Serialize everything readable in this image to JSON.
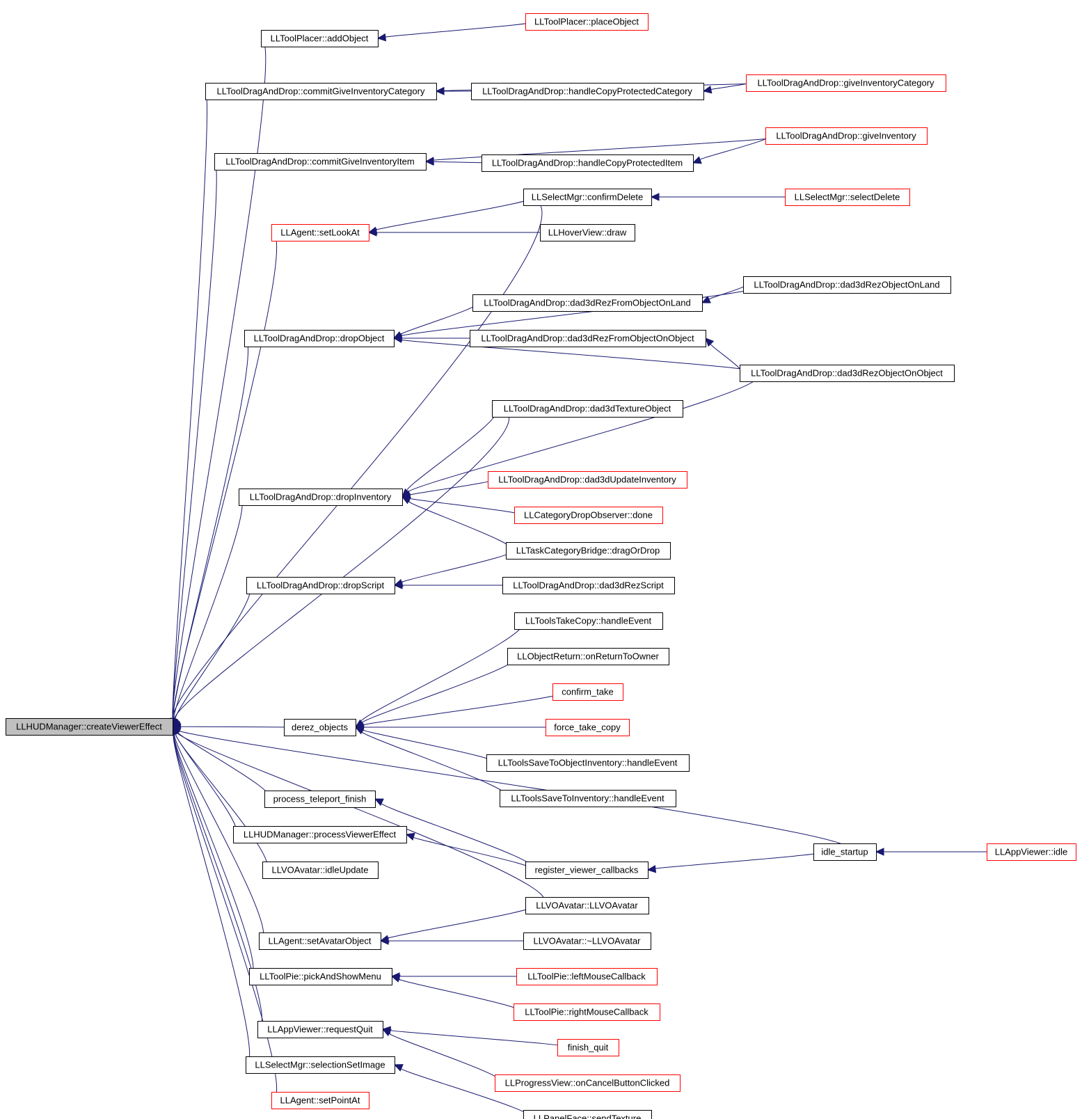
{
  "colors": {
    "edge": "#191970",
    "node_border_default": "#000000",
    "node_border_truncated": "#ff0000",
    "node_fill_root": "#bfbfbf",
    "node_fill": "#ffffff"
  },
  "root": "LLHUDManager::createViewerEffect",
  "nodes": [
    {
      "id": "n0",
      "label": "LLHUDManager::createViewerEffect",
      "style": "root"
    },
    {
      "id": "n1",
      "label": "LLToolPlacer::addObject",
      "style": "default"
    },
    {
      "id": "n2",
      "label": "LLToolPlacer::placeObject",
      "style": "truncated"
    },
    {
      "id": "n3",
      "label": "LLToolDragAndDrop::commitGiveInventoryCategory",
      "style": "default"
    },
    {
      "id": "n4",
      "label": "LLToolDragAndDrop::handleCopyProtectedCategory",
      "style": "default"
    },
    {
      "id": "n5",
      "label": "LLToolDragAndDrop::giveInventoryCategory",
      "style": "truncated"
    },
    {
      "id": "n6",
      "label": "LLToolDragAndDrop::giveInventory",
      "style": "truncated"
    },
    {
      "id": "n7",
      "label": "LLToolDragAndDrop::commitGiveInventoryItem",
      "style": "default"
    },
    {
      "id": "n8",
      "label": "LLToolDragAndDrop::handleCopyProtectedItem",
      "style": "default"
    },
    {
      "id": "n9",
      "label": "LLSelectMgr::confirmDelete",
      "style": "default"
    },
    {
      "id": "n10",
      "label": "LLSelectMgr::selectDelete",
      "style": "truncated"
    },
    {
      "id": "n11",
      "label": "LLAgent::setLookAt",
      "style": "truncated"
    },
    {
      "id": "n12",
      "label": "LLHoverView::draw",
      "style": "default"
    },
    {
      "id": "n13",
      "label": "LLToolDragAndDrop::dad3dRezObjectOnLand",
      "style": "default"
    },
    {
      "id": "n14",
      "label": "LLToolDragAndDrop::dad3dRezFromObjectOnLand",
      "style": "default"
    },
    {
      "id": "n15",
      "label": "LLToolDragAndDrop::dropObject",
      "style": "default"
    },
    {
      "id": "n16",
      "label": "LLToolDragAndDrop::dad3dRezFromObjectOnObject",
      "style": "default"
    },
    {
      "id": "n17",
      "label": "LLToolDragAndDrop::dad3dRezObjectOnObject",
      "style": "default"
    },
    {
      "id": "n18",
      "label": "LLToolDragAndDrop::dad3dTextureObject",
      "style": "default"
    },
    {
      "id": "n19",
      "label": "LLToolDragAndDrop::dad3dUpdateInventory",
      "style": "truncated"
    },
    {
      "id": "n20",
      "label": "LLToolDragAndDrop::dropInventory",
      "style": "default"
    },
    {
      "id": "n21",
      "label": "LLCategoryDropObserver::done",
      "style": "truncated"
    },
    {
      "id": "n22",
      "label": "LLTaskCategoryBridge::dragOrDrop",
      "style": "default"
    },
    {
      "id": "n23",
      "label": "LLToolDragAndDrop::dropScript",
      "style": "default"
    },
    {
      "id": "n24",
      "label": "LLToolDragAndDrop::dad3dRezScript",
      "style": "default"
    },
    {
      "id": "n25",
      "label": "LLToolsTakeCopy::handleEvent",
      "style": "default"
    },
    {
      "id": "n26",
      "label": "LLObjectReturn::onReturnToOwner",
      "style": "default"
    },
    {
      "id": "n27",
      "label": "confirm_take",
      "style": "truncated"
    },
    {
      "id": "n28",
      "label": "derez_objects",
      "style": "default"
    },
    {
      "id": "n29",
      "label": "force_take_copy",
      "style": "truncated"
    },
    {
      "id": "n30",
      "label": "LLToolsSaveToObjectInventory::handleEvent",
      "style": "default"
    },
    {
      "id": "n31",
      "label": "LLToolsSaveToInventory::handleEvent",
      "style": "default"
    },
    {
      "id": "n32",
      "label": "process_teleport_finish",
      "style": "default"
    },
    {
      "id": "n33",
      "label": "LLHUDManager::processViewerEffect",
      "style": "default"
    },
    {
      "id": "n34",
      "label": "idle_startup",
      "style": "default"
    },
    {
      "id": "n35",
      "label": "LLAppViewer::idle",
      "style": "truncated"
    },
    {
      "id": "n36",
      "label": "LLVOAvatar::idleUpdate",
      "style": "default"
    },
    {
      "id": "n37",
      "label": "register_viewer_callbacks",
      "style": "default"
    },
    {
      "id": "n38",
      "label": "LLVOAvatar::LLVOAvatar",
      "style": "default"
    },
    {
      "id": "n39",
      "label": "LLAgent::setAvatarObject",
      "style": "default"
    },
    {
      "id": "n40",
      "label": "LLVOAvatar::~LLVOAvatar",
      "style": "default"
    },
    {
      "id": "n41",
      "label": "LLToolPie::pickAndShowMenu",
      "style": "default"
    },
    {
      "id": "n42",
      "label": "LLToolPie::leftMouseCallback",
      "style": "truncated"
    },
    {
      "id": "n43",
      "label": "LLToolPie::rightMouseCallback",
      "style": "truncated"
    },
    {
      "id": "n44",
      "label": "LLAppViewer::requestQuit",
      "style": "default"
    },
    {
      "id": "n45",
      "label": "finish_quit",
      "style": "truncated"
    },
    {
      "id": "n46",
      "label": "LLSelectMgr::selectionSetImage",
      "style": "default"
    },
    {
      "id": "n47",
      "label": "LLProgressView::onCancelButtonClicked",
      "style": "truncated"
    },
    {
      "id": "n48",
      "label": "LLAgent::setPointAt",
      "style": "truncated"
    },
    {
      "id": "n49",
      "label": "LLPanelFace::sendTexture",
      "style": "default"
    }
  ],
  "edges": [
    {
      "from": "n1",
      "to": "n0"
    },
    {
      "from": "n3",
      "to": "n0"
    },
    {
      "from": "n7",
      "to": "n0"
    },
    {
      "from": "n9",
      "to": "n0"
    },
    {
      "from": "n11",
      "to": "n0"
    },
    {
      "from": "n15",
      "to": "n0"
    },
    {
      "from": "n18",
      "to": "n0"
    },
    {
      "from": "n20",
      "to": "n0"
    },
    {
      "from": "n23",
      "to": "n0"
    },
    {
      "from": "n28",
      "to": "n0"
    },
    {
      "from": "n34",
      "to": "n0"
    },
    {
      "from": "n32",
      "to": "n0"
    },
    {
      "from": "n33",
      "to": "n0"
    },
    {
      "from": "n36",
      "to": "n0"
    },
    {
      "from": "n38",
      "to": "n0"
    },
    {
      "from": "n39",
      "to": "n0"
    },
    {
      "from": "n41",
      "to": "n0"
    },
    {
      "from": "n44",
      "to": "n0"
    },
    {
      "from": "n46",
      "to": "n0"
    },
    {
      "from": "n48",
      "to": "n0"
    },
    {
      "from": "n2",
      "to": "n1"
    },
    {
      "from": "n4",
      "to": "n3"
    },
    {
      "from": "n5",
      "to": "n3"
    },
    {
      "from": "n5",
      "to": "n4"
    },
    {
      "from": "n8",
      "to": "n7"
    },
    {
      "from": "n6",
      "to": "n7"
    },
    {
      "from": "n6",
      "to": "n8"
    },
    {
      "from": "n10",
      "to": "n9"
    },
    {
      "from": "n9",
      "to": "n11"
    },
    {
      "from": "n12",
      "to": "n11"
    },
    {
      "from": "n13",
      "to": "n15"
    },
    {
      "from": "n14",
      "to": "n15"
    },
    {
      "from": "n16",
      "to": "n15"
    },
    {
      "from": "n17",
      "to": "n15"
    },
    {
      "from": "n13",
      "to": "n14"
    },
    {
      "from": "n17",
      "to": "n16"
    },
    {
      "from": "n18",
      "to": "n20"
    },
    {
      "from": "n17",
      "to": "n20"
    },
    {
      "from": "n19",
      "to": "n20"
    },
    {
      "from": "n21",
      "to": "n20"
    },
    {
      "from": "n22",
      "to": "n20"
    },
    {
      "from": "n22",
      "to": "n23"
    },
    {
      "from": "n24",
      "to": "n23"
    },
    {
      "from": "n25",
      "to": "n28"
    },
    {
      "from": "n26",
      "to": "n28"
    },
    {
      "from": "n27",
      "to": "n28"
    },
    {
      "from": "n29",
      "to": "n28"
    },
    {
      "from": "n30",
      "to": "n28"
    },
    {
      "from": "n31",
      "to": "n28"
    },
    {
      "from": "n37",
      "to": "n32"
    },
    {
      "from": "n37",
      "to": "n33"
    },
    {
      "from": "n34",
      "to": "n37"
    },
    {
      "from": "n35",
      "to": "n34"
    },
    {
      "from": "n38",
      "to": "n39"
    },
    {
      "from": "n40",
      "to": "n39"
    },
    {
      "from": "n42",
      "to": "n41"
    },
    {
      "from": "n43",
      "to": "n41"
    },
    {
      "from": "n45",
      "to": "n44"
    },
    {
      "from": "n47",
      "to": "n44"
    },
    {
      "from": "n49",
      "to": "n46"
    }
  ]
}
